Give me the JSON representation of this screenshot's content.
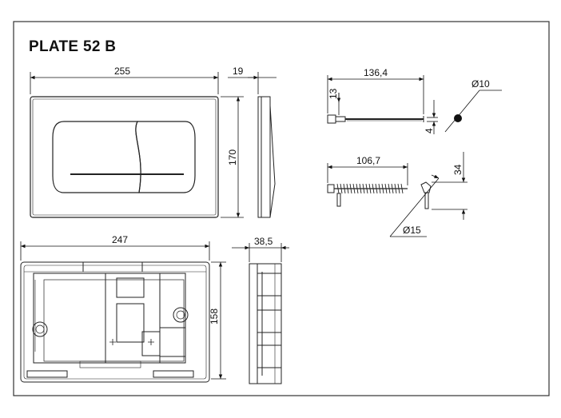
{
  "title": "PLATE 52 B",
  "dimensions": {
    "front_width": "255",
    "side_depth": "19",
    "front_height": "170",
    "rod_length": "136,4",
    "rod_small_height": "13",
    "rod_end_gap": "4",
    "rod_button_dia": "Ø10",
    "spring_length": "106,7",
    "spring_height": "34",
    "spring_button_dia": "Ø15",
    "frame_width": "247",
    "frame_depth": "38,5",
    "frame_height": "158"
  }
}
